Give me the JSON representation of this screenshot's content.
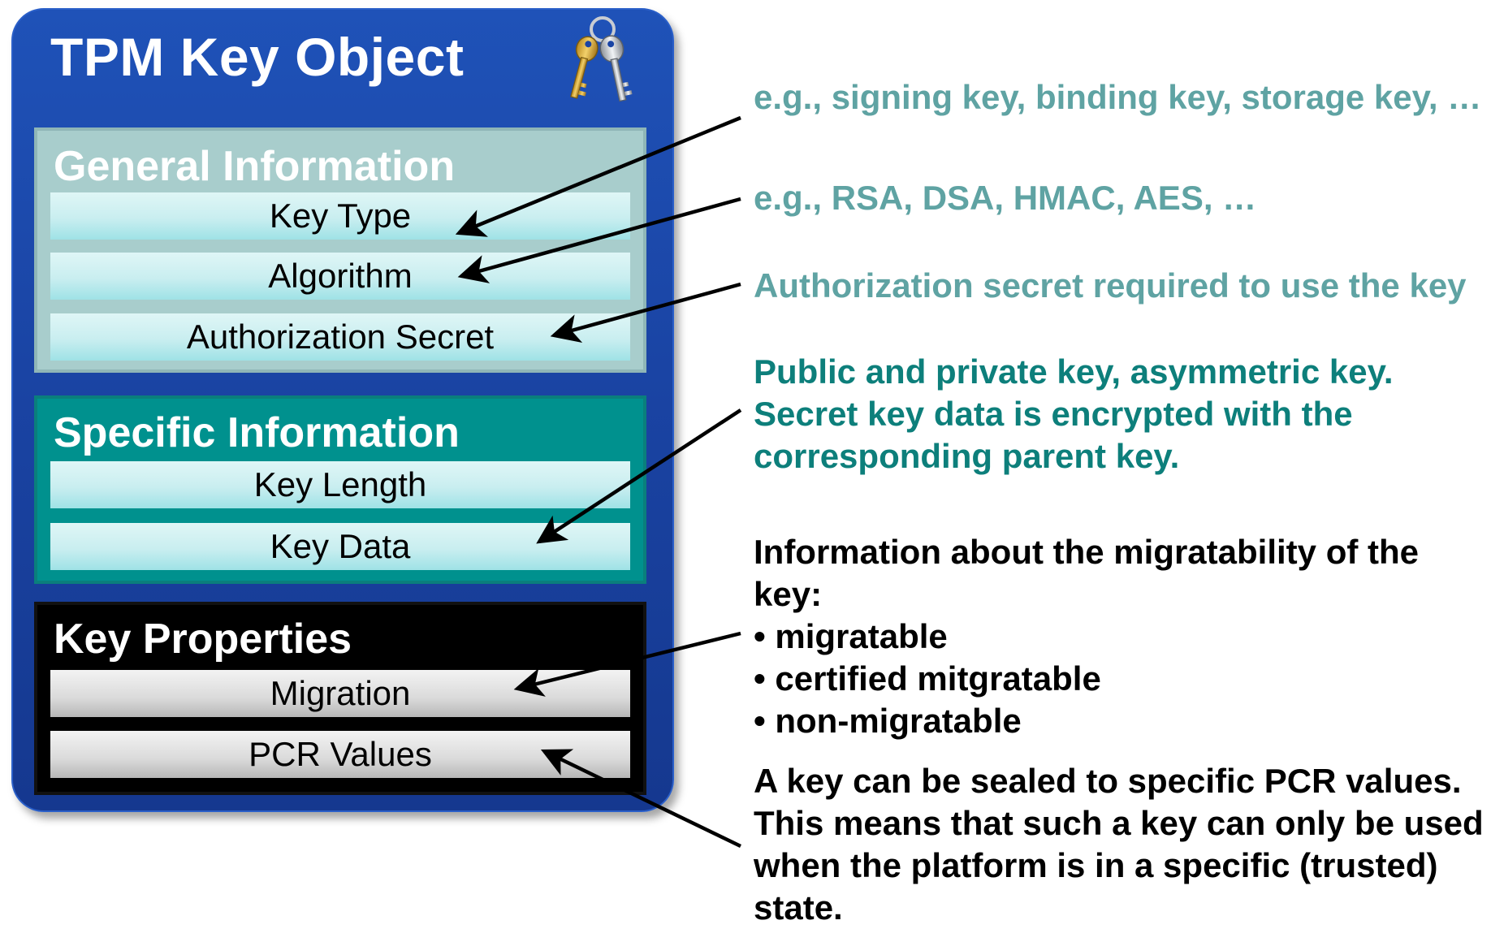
{
  "title": "TPM Key Object",
  "icon": "keys-icon",
  "sections": {
    "general": {
      "title": "General Information",
      "fields": [
        "Key Type",
        "Algorithm",
        "Authorization Secret"
      ]
    },
    "specific": {
      "title": "Specific Information",
      "fields": [
        "Key Length",
        "Key Data"
      ]
    },
    "properties": {
      "title": "Key Properties",
      "fields": [
        "Migration",
        "PCR Values"
      ]
    }
  },
  "annotations": {
    "key_type": "e.g., signing key, binding key, storage key, …",
    "algorithm": "e.g., RSA, DSA, HMAC, AES, …",
    "auth_secret": "Authorization secret required to use the key",
    "key_data": [
      "Public and private key, asymmetric key.",
      "Secret key data is encrypted with the",
      "corresponding parent key."
    ],
    "migration": [
      "Information about the migratability of the",
      "key:",
      "• migratable",
      "• certified mitgratable",
      "• non-migratable"
    ],
    "pcr": [
      "A key can be sealed to specific PCR values.",
      "This means that such a key can only be used",
      "when the platform is in a specific (trusted)",
      "state."
    ]
  },
  "colors": {
    "card_blue": "#1a44a4",
    "general_bg": "#a8cdcc",
    "specific_bg": "#00918e",
    "properties_bg": "#000000",
    "note_light_teal": "#5fa3a3",
    "note_dark_teal": "#0d7f7b"
  }
}
